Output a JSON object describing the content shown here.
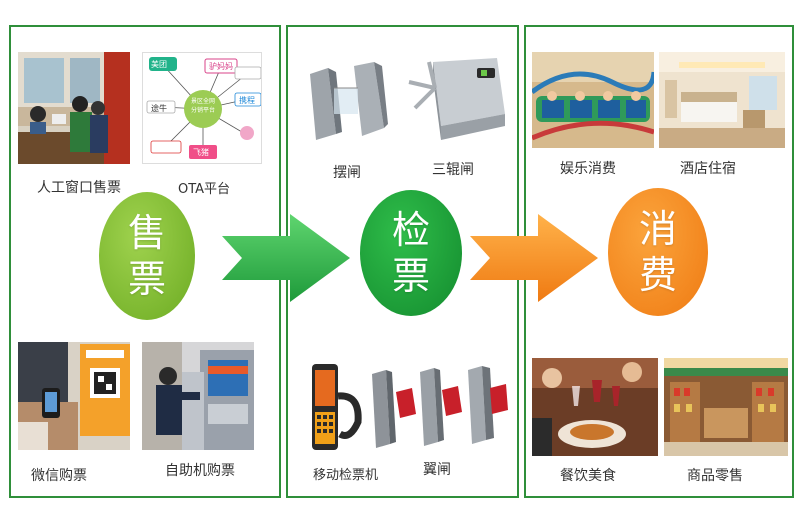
{
  "sell": {
    "circle": [
      "售",
      "票"
    ],
    "items": [
      {
        "label": "人工窗口售票"
      },
      {
        "label": "OTA平台"
      },
      {
        "label": "微信购票"
      },
      {
        "label": "自助机购票"
      }
    ],
    "ota": {
      "center": [
        "景区全网",
        "分销平台"
      ],
      "logos": [
        "美团",
        "驴妈妈",
        "途牛",
        "携程",
        "飞猪"
      ]
    }
  },
  "check": {
    "circle": [
      "检",
      "票"
    ],
    "items": [
      {
        "label": "摆闸"
      },
      {
        "label": "三辊闸"
      },
      {
        "label": "移动检票机"
      },
      {
        "label": "翼闸"
      }
    ]
  },
  "consume": {
    "circle": [
      "消",
      "费"
    ],
    "items": [
      {
        "label": "娱乐消费"
      },
      {
        "label": "酒店住宿"
      },
      {
        "label": "餐饮美食"
      },
      {
        "label": "商品零售"
      }
    ]
  },
  "colors": {
    "panel_border": "#2f8f3a",
    "sell": "#7cbb2f",
    "check": "#1aa33a",
    "consume": "#f58a1f",
    "arrow_green": "#2cb34a",
    "arrow_orange": "#f5901e"
  }
}
